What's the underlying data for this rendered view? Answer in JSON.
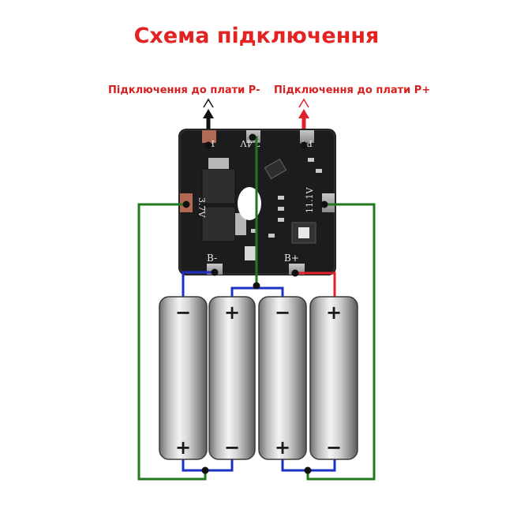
{
  "title": "Схема підключення",
  "labels": {
    "p_minus": "Підключення до плати P-",
    "p_plus": "Підключення до плати P+"
  },
  "board": {
    "pad_p_minus": "P-",
    "pad_p_plus": "P+",
    "pad_7v": "7.4V",
    "pad_3v": "3.7V",
    "pad_11v": "11.1V",
    "pad_b_minus": "B-",
    "pad_b_plus": "B+"
  },
  "batteries": [
    {
      "top": "−",
      "bottom": "+"
    },
    {
      "top": "+",
      "bottom": "−"
    },
    {
      "top": "−",
      "bottom": "+"
    },
    {
      "top": "+",
      "bottom": "−"
    }
  ],
  "colors": {
    "title": "#e32222",
    "wire_green": "#1f7a1f",
    "wire_blue": "#1e2fc4",
    "wire_red": "#e0202a",
    "wire_black": "#111111",
    "board": "#1c1c1c"
  }
}
